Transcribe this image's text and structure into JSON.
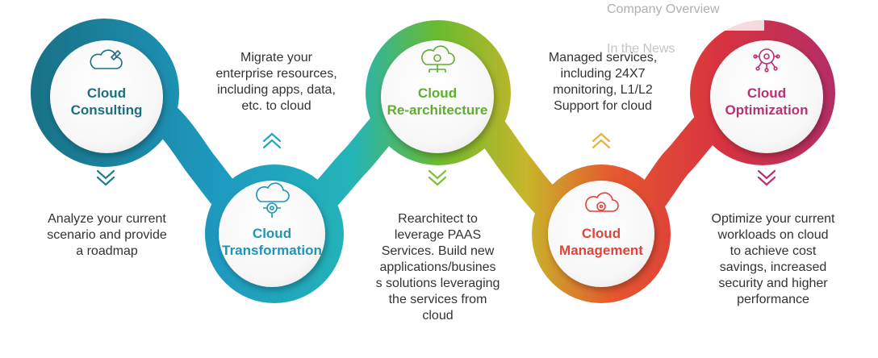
{
  "colors": {
    "consulting": "#1b6f80",
    "transformation": "#1d95b6",
    "rearchitecture": "#5fae2f",
    "management": "#e2423a",
    "optimization": "#b73275"
  },
  "stages": [
    {
      "id": "consulting",
      "title_line1": "Cloud",
      "title_line2": "Consulting",
      "icon": "cloud-edit-icon",
      "description_lines": [
        "Analyze your current",
        "scenario and provide",
        "a roadmap"
      ],
      "arrow": "chevron-down-icon"
    },
    {
      "id": "transformation",
      "title_line1": "Cloud",
      "title_line2": "Transformation",
      "icon": "cloud-gear-icon",
      "description_lines": [
        "Migrate your",
        "enterprise resources,",
        "including apps, data,",
        "etc. to cloud"
      ],
      "arrow": "chevron-up-icon"
    },
    {
      "id": "rearchitecture",
      "title_line1": "Cloud",
      "title_line2": "Re-architecture",
      "icon": "cloud-network-icon",
      "description_lines": [
        "Rearchitect to",
        "leverage PAAS",
        "Services. Build new",
        "applications/busines",
        "s solutions leveraging",
        "the services from",
        "cloud"
      ],
      "arrow": "chevron-down-icon"
    },
    {
      "id": "management",
      "title_line1": "Cloud",
      "title_line2": "Management",
      "icon": "cloud-settings-icon",
      "description_lines": [
        "Managed services,",
        "including 24X7",
        "monitoring, L1/L2",
        "Support for cloud"
      ],
      "arrow": "chevron-up-icon"
    },
    {
      "id": "optimization",
      "title_line1": "Cloud",
      "title_line2": "Optimization",
      "icon": "brain-network-icon",
      "description_lines": [
        "Optimize your current",
        "workloads on cloud",
        "to achieve cost",
        "savings, increased",
        "security and higher",
        "performance"
      ],
      "arrow": "chevron-down-icon"
    }
  ],
  "nav_overlay": {
    "item1": "Company Overview",
    "item2": "In the News"
  }
}
